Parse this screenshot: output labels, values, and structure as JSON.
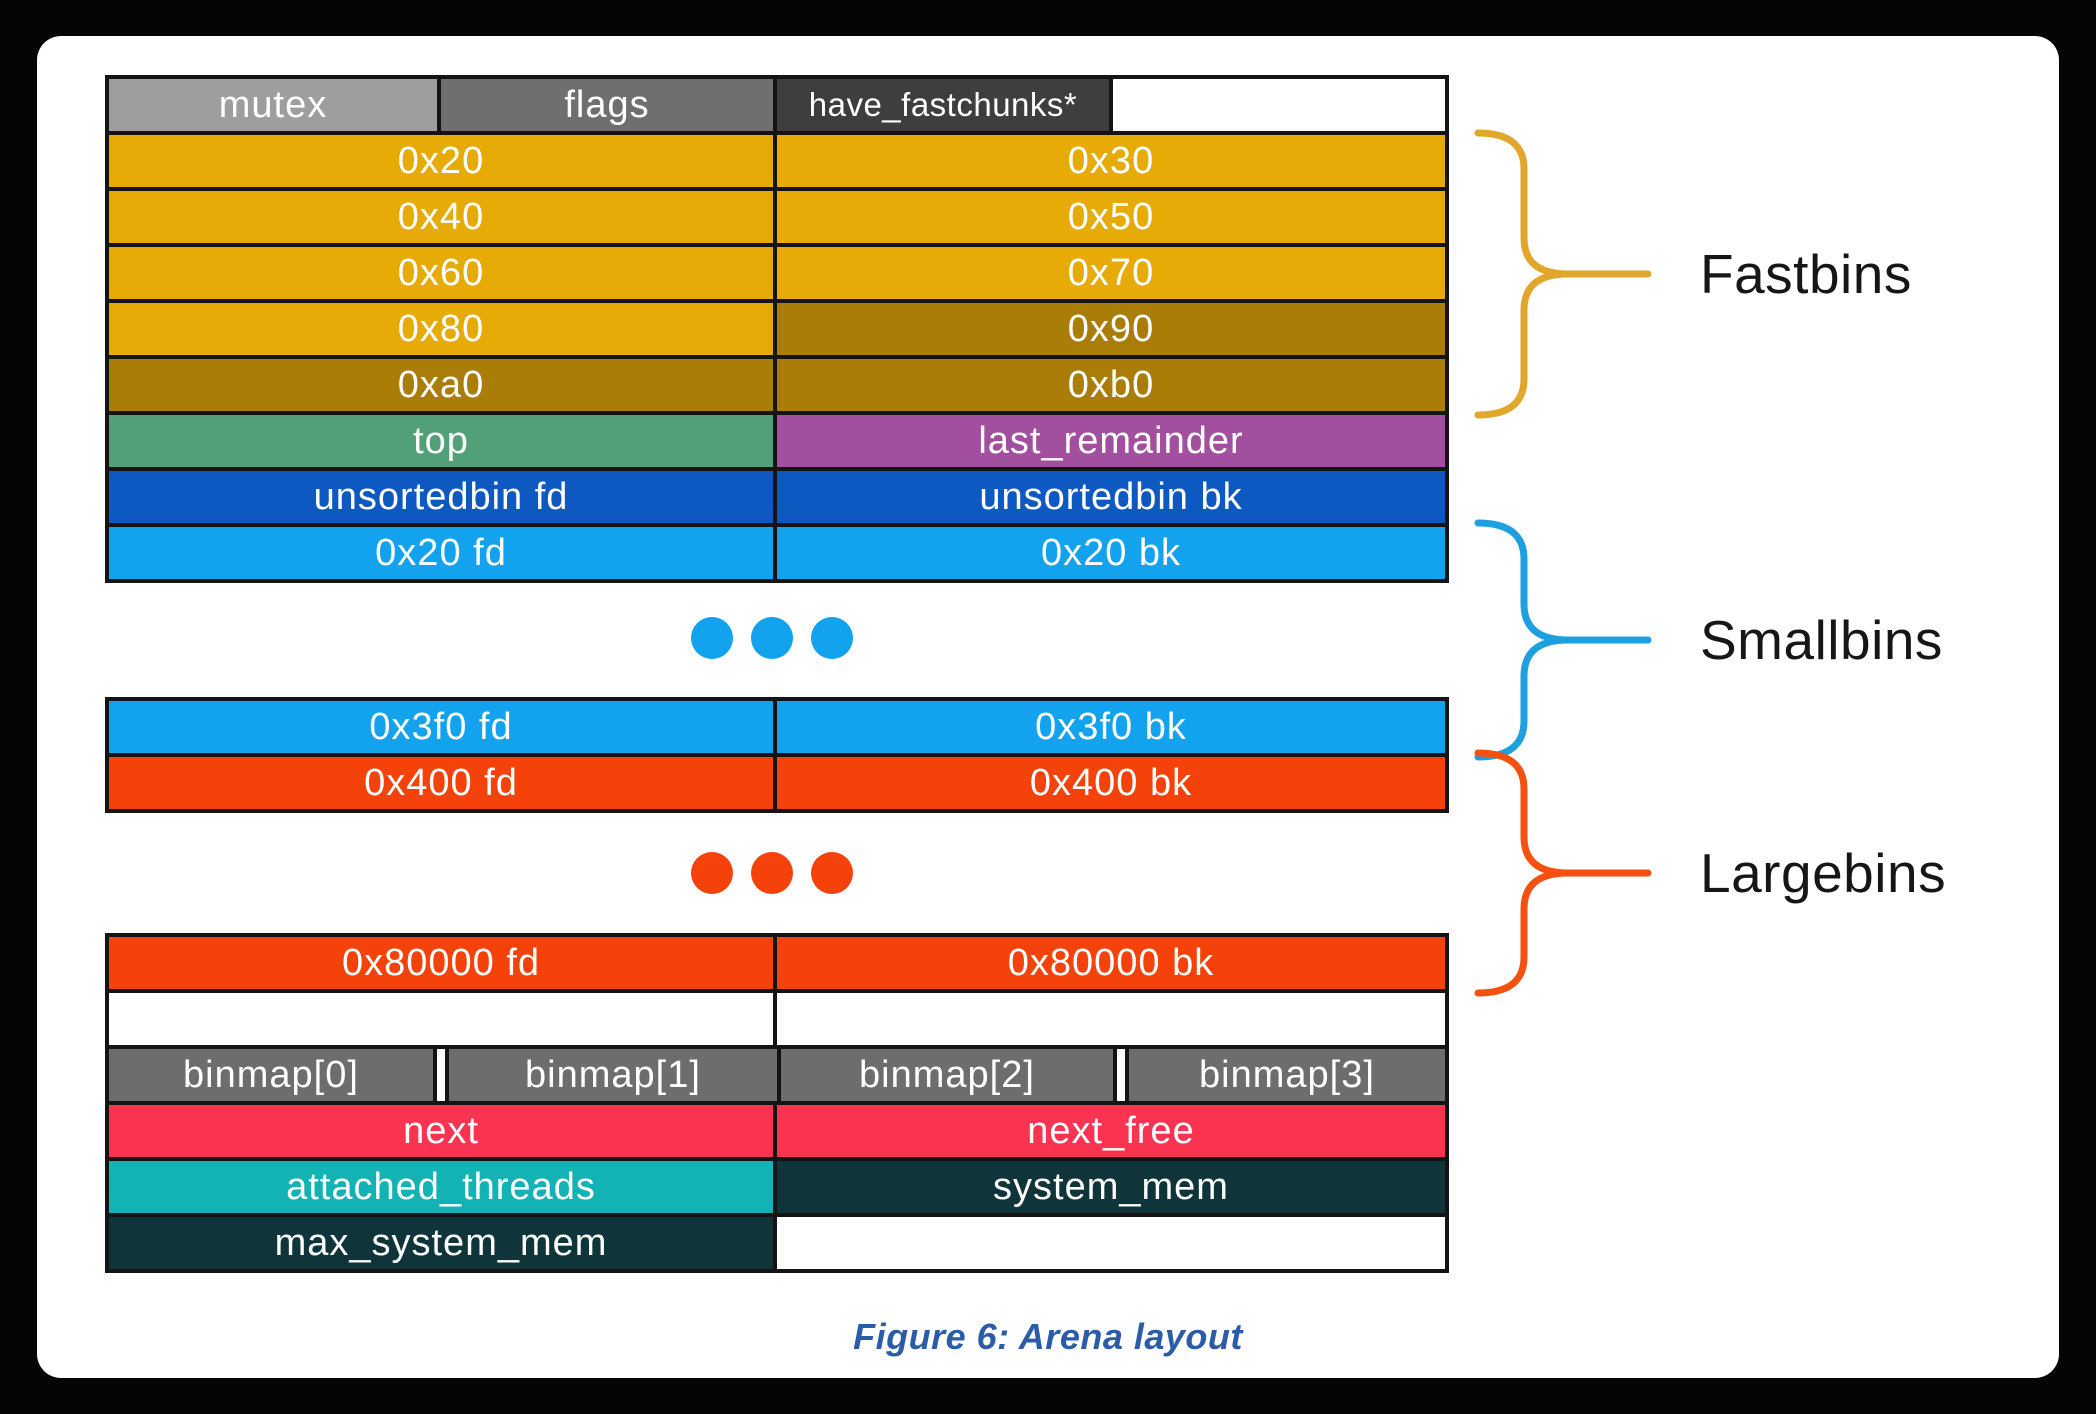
{
  "caption": {
    "text": "Figure 6: Arena layout",
    "color": "#2B5CA8"
  },
  "table": {
    "blocks": [
      {
        "rows": [
          {
            "cells": [
              {
                "label": "mutex",
                "bg": "#9E9E9E",
                "span": 1
              },
              {
                "label": "flags",
                "bg": "#6F6F6F",
                "span": 1
              },
              {
                "label": "have_fastchunks*",
                "bg": "#3E3E3E",
                "span": 1
              },
              {
                "label": "",
                "bg": "#FFFFFF",
                "span": 1
              }
            ]
          },
          {
            "cells": [
              {
                "label": "0x20",
                "bg": "#E6AB07",
                "span": 2
              },
              {
                "label": "0x30",
                "bg": "#E6AB07",
                "span": 2
              }
            ]
          },
          {
            "cells": [
              {
                "label": "0x40",
                "bg": "#E6AB07",
                "span": 2
              },
              {
                "label": "0x50",
                "bg": "#E6AB07",
                "span": 2
              }
            ]
          },
          {
            "cells": [
              {
                "label": "0x60",
                "bg": "#E6AB07",
                "span": 2
              },
              {
                "label": "0x70",
                "bg": "#E6AB07",
                "span": 2
              }
            ]
          },
          {
            "cells": [
              {
                "label": "0x80",
                "bg": "#E6AB07",
                "span": 2
              },
              {
                "label": "0x90",
                "bg": "#AA7C08",
                "span": 2
              }
            ]
          },
          {
            "cells": [
              {
                "label": "0xa0",
                "bg": "#AA7C08",
                "span": 2
              },
              {
                "label": "0xb0",
                "bg": "#AA7C08",
                "span": 2
              }
            ]
          },
          {
            "cells": [
              {
                "label": "top",
                "bg": "#52A077",
                "span": 2
              },
              {
                "label": "last_remainder",
                "bg": "#A24F9F",
                "span": 2
              }
            ]
          },
          {
            "cells": [
              {
                "label": "unsortedbin fd",
                "bg": "#0E58C2",
                "span": 2
              },
              {
                "label": "unsortedbin bk",
                "bg": "#0E58C2",
                "span": 2
              }
            ]
          },
          {
            "cells": [
              {
                "label": "0x20 fd",
                "bg": "#12A2EE",
                "span": 2
              },
              {
                "label": "0x20 bk",
                "bg": "#12A2EE",
                "span": 2
              }
            ]
          }
        ]
      },
      {
        "rows": [
          {
            "cells": [
              {
                "label": "0x3f0 fd",
                "bg": "#12A2EE",
                "span": 2
              },
              {
                "label": "0x3f0 bk",
                "bg": "#12A2EE",
                "span": 2
              }
            ]
          },
          {
            "cells": [
              {
                "label": "0x400 fd",
                "bg": "#F4420A",
                "span": 2
              },
              {
                "label": "0x400 bk",
                "bg": "#F4420A",
                "span": 2
              }
            ]
          }
        ]
      },
      {
        "rows": [
          {
            "cells": [
              {
                "label": "0x80000 fd",
                "bg": "#F4420A",
                "span": 2
              },
              {
                "label": "0x80000 bk",
                "bg": "#F4420A",
                "span": 2
              }
            ]
          },
          {
            "cells": [
              {
                "label": "",
                "bg": "#FFFFFF",
                "span": 2
              },
              {
                "label": "",
                "bg": "#FFFFFF",
                "span": 2
              }
            ]
          },
          {
            "gap": true,
            "cells": [
              {
                "label": "binmap[0]",
                "bg": "#6D6D6D",
                "span": 1
              },
              {
                "label": "binmap[1]",
                "bg": "#6D6D6D",
                "span": 1
              },
              {
                "label": "binmap[2]",
                "bg": "#6D6D6D",
                "span": 1
              },
              {
                "label": "binmap[3]",
                "bg": "#6D6D6D",
                "span": 1
              }
            ]
          },
          {
            "cells": [
              {
                "label": "next",
                "bg": "#FA3450",
                "span": 2
              },
              {
                "label": "next_free",
                "bg": "#FA3450",
                "span": 2
              }
            ]
          },
          {
            "cells": [
              {
                "label": "attached_threads",
                "bg": "#12B2B5",
                "span": 2
              },
              {
                "label": "system_mem",
                "bg": "#0F343A",
                "span": 2
              }
            ]
          },
          {
            "cells": [
              {
                "label": "max_system_mem",
                "bg": "#0F343A",
                "span": 2
              },
              {
                "label": "",
                "bg": "#FFFFFF",
                "span": 2
              }
            ]
          }
        ]
      }
    ]
  },
  "dots": [
    {
      "name": "smallbins-ellipsis",
      "color": "#12A2EE"
    },
    {
      "name": "largebins-ellipsis",
      "color": "#F4420A"
    }
  ],
  "braces": [
    {
      "label": "Fastbins",
      "color": "#E2A62B"
    },
    {
      "label": "Smallbins",
      "color": "#1E9FE0"
    },
    {
      "label": "Largebins",
      "color": "#F4500F"
    }
  ]
}
